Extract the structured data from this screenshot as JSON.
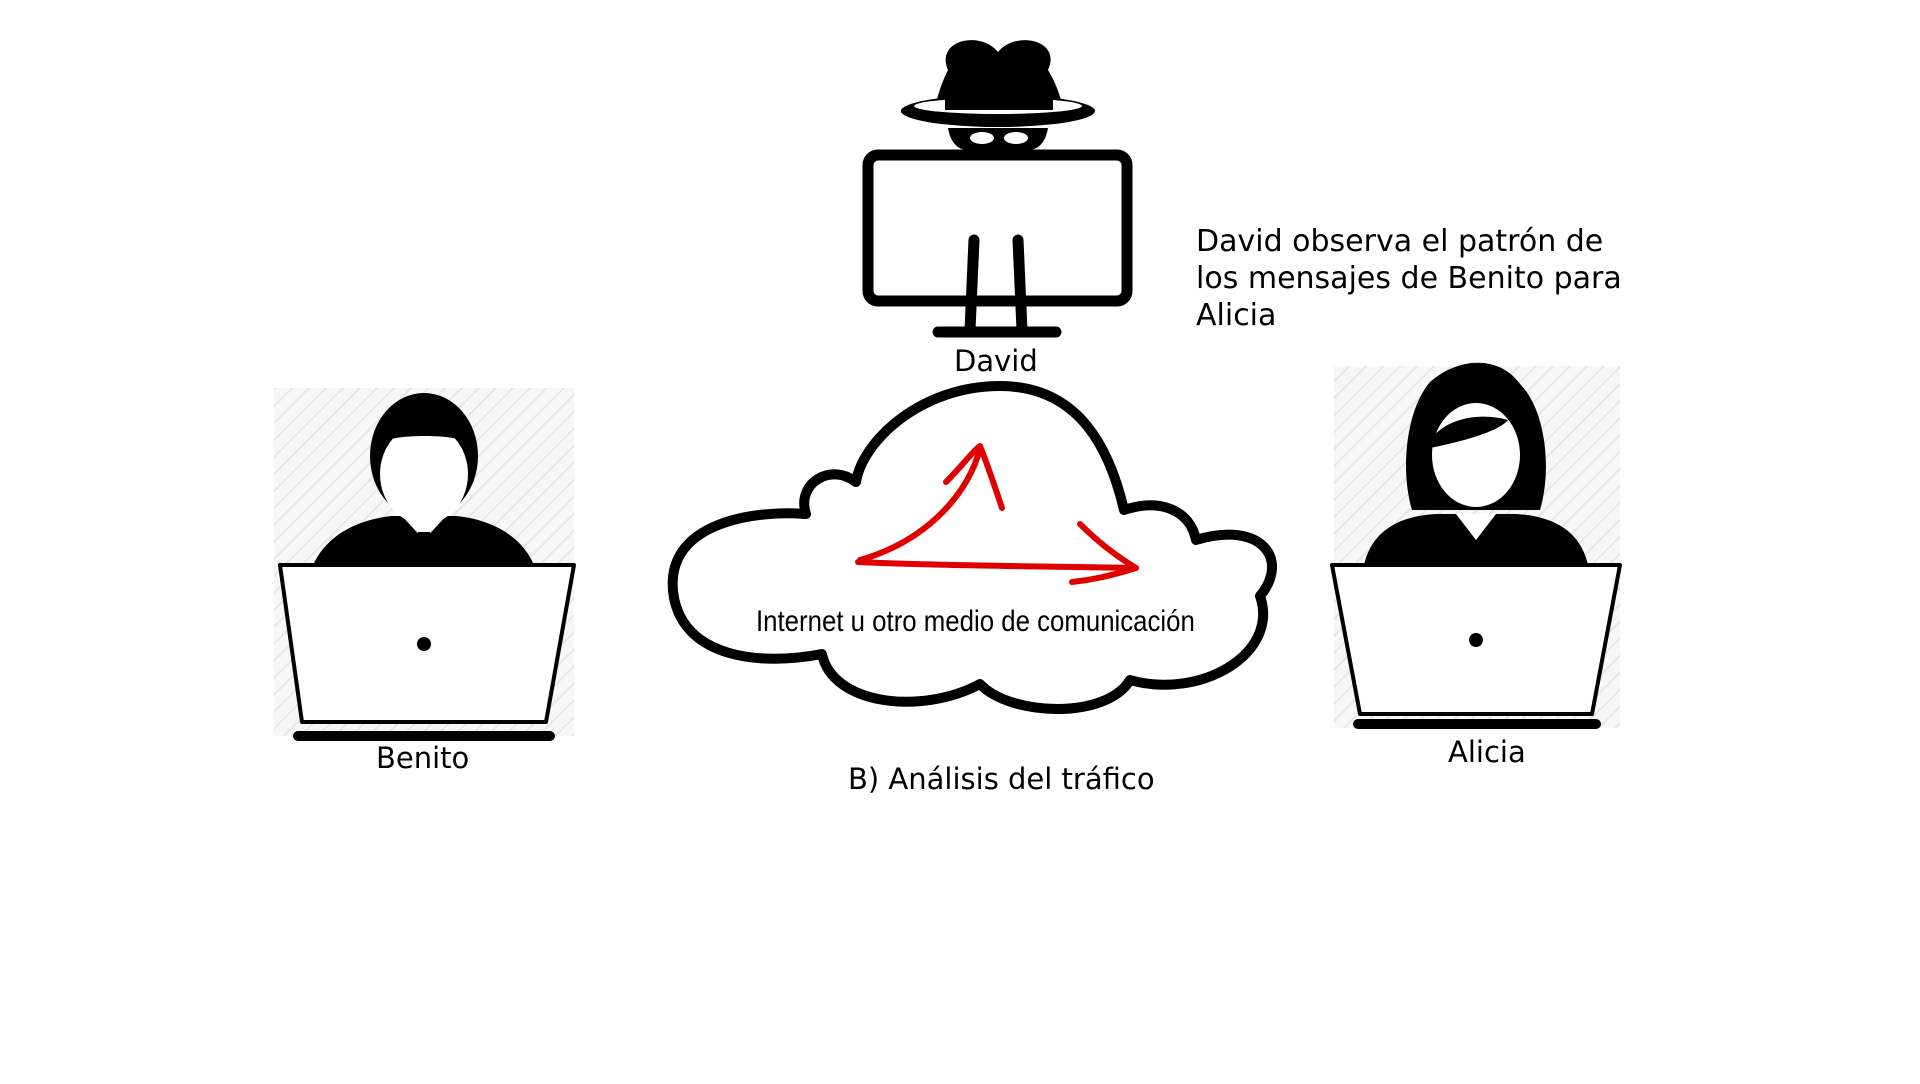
{
  "actors": {
    "attacker": {
      "name": "David"
    },
    "sender": {
      "name": "Benito"
    },
    "receiver": {
      "name": "Alicia"
    }
  },
  "annotation": "David observa el patrón de los mensajes de Benito para Alicia",
  "network_label": "Internet u otro medio de comunicación",
  "caption": "B) Análisis del tráfico",
  "colors": {
    "outline": "#000000",
    "arrow": "#e00000",
    "hatch_background": "#f3f3f3"
  },
  "icons": {
    "attacker": "spy-hat-icon",
    "sender": "man-at-laptop-icon",
    "receiver": "woman-at-laptop-icon",
    "network": "cloud-icon"
  }
}
